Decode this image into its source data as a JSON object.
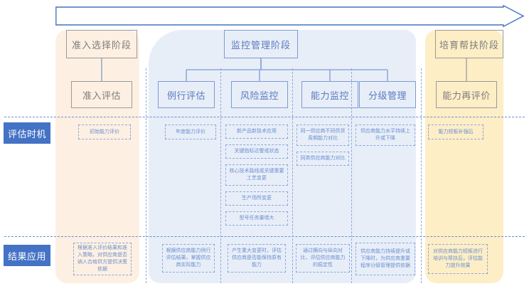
{
  "diagram": {
    "title_arrow": "timeline-arrow",
    "colors": {
      "entry_panel": "#fdf0e2",
      "monitor_panel": "#e8eef8",
      "cultivate_panel": "#fdeec6",
      "accent_blue": "#4472c4",
      "line_blue": "#7b9cd4",
      "text_blue": "#5b7bbf",
      "text_gray": "#7d7d7d"
    }
  },
  "rows": {
    "timing_label": "评估时机",
    "result_label": "结果应用"
  },
  "stages": [
    {
      "name": "准入选择阶段"
    },
    {
      "name": "监控管理阶段"
    },
    {
      "name": "培育帮扶阶段"
    }
  ],
  "nodes": [
    {
      "name": "准入评估"
    },
    {
      "name": "例行评估"
    },
    {
      "name": "风险监控"
    },
    {
      "name": "能力监控"
    },
    {
      "name": "分级管理"
    },
    {
      "name": "能力再评价"
    }
  ],
  "timing": {
    "zhunru": [
      "初始能力评价"
    ],
    "lixing": [
      "年度能力评价"
    ],
    "fengxian": [
      "新产品新技术应用",
      "关键指标达警戒状态",
      "核心技术路线或关键重要工艺变更",
      "生产场所变更",
      "型号任务量增大"
    ],
    "nengli": [
      "同一供应商不同供货周期能力对比",
      "同类供应商能力对比"
    ],
    "fenji": [
      "供应商能力水平持续上升或下降"
    ],
    "zaipingjia": [
      "能力短板补强后"
    ]
  },
  "results": {
    "zhunru": "根据准入评价结果和准入策略，对供应商是否纳入合格供方提供决策依据",
    "lixing": "根据供应商能力例行评估结果，掌握供应商实际能力",
    "fengxian": "产生重大变更时，评估供应商是否能保持原有能力",
    "nengli": "通过横向与纵向对比，评估供应商能力的稳定性",
    "fenji": "供应商能力持续提升或下降时，为供应商重要程序分级管理提供依据",
    "zaipingjia": "对供应商能力短板进行培训与帮扶后，评估能力提升效果"
  }
}
